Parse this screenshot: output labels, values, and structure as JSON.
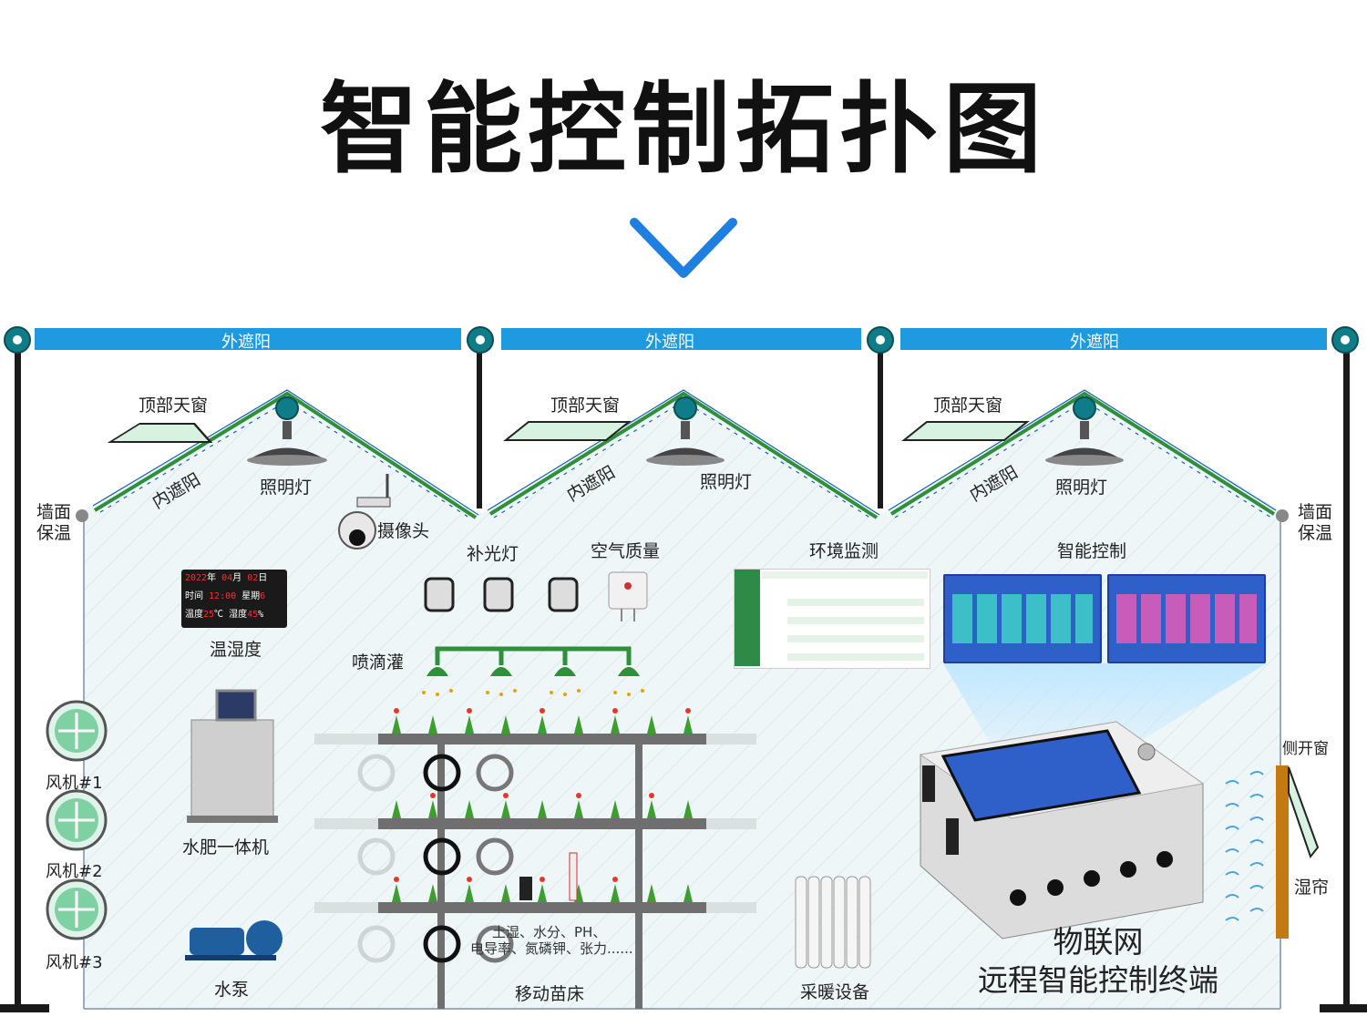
{
  "title": "智能控制拓扑图",
  "shade_outer": [
    "外遮阳",
    "外遮阳",
    "外遮阳"
  ],
  "roof": {
    "skylight": [
      "顶部天窗",
      "顶部天窗",
      "顶部天窗"
    ],
    "inner_shade": [
      "内遮阳",
      "内遮阳",
      "内遮阳"
    ],
    "light": [
      "照明灯",
      "照明灯",
      "照明灯"
    ]
  },
  "wall_insulation_left": [
    "墙面",
    "保温"
  ],
  "wall_insulation_right": [
    "墙面",
    "保温"
  ],
  "labels": {
    "camera": "摄像头",
    "fill_light": "补光灯",
    "air_quality": "空气质量",
    "env_monitor": "环境监测",
    "smart_control": "智能控制",
    "temp_humidity": "温湿度",
    "drip": "喷滴灌",
    "fertigation": "水肥一体机",
    "pump": "水泵",
    "seedbed": "移动苗床",
    "heating": "采暖设备",
    "side_window": "侧开窗",
    "wet_curtain": "湿帘",
    "soil_sensor_1": "土湿、水分、PH、",
    "soil_sensor_2": "电导率、氮磷钾、张力......",
    "terminal_1": "物联网",
    "terminal_2": "远程智能控制终端"
  },
  "fans": [
    "风机#1",
    "风机#2",
    "风机#3"
  ],
  "clock_display": {
    "row1": [
      "2022",
      "年",
      "04",
      "月",
      "02",
      "日"
    ],
    "row2": [
      "时间",
      "12:00",
      "星期",
      "6"
    ],
    "row3": [
      "温度",
      "25",
      "℃",
      "湿度",
      "45",
      "%"
    ]
  },
  "colors": {
    "shade_bar": "#1e9be0",
    "roof_truss": "#2f8f3a",
    "chevron": "#1e7fe0",
    "background_tint": "#eef6f8",
    "screen_blue": "#2f5fc9"
  },
  "icons": [
    "chevron-down-icon",
    "fan-icon",
    "camera-icon",
    "lamp-icon",
    "sprinkler-icon",
    "valve-wheel-icon",
    "radiator-icon",
    "pump-icon",
    "control-box-icon",
    "temp-humidity-display-icon"
  ]
}
